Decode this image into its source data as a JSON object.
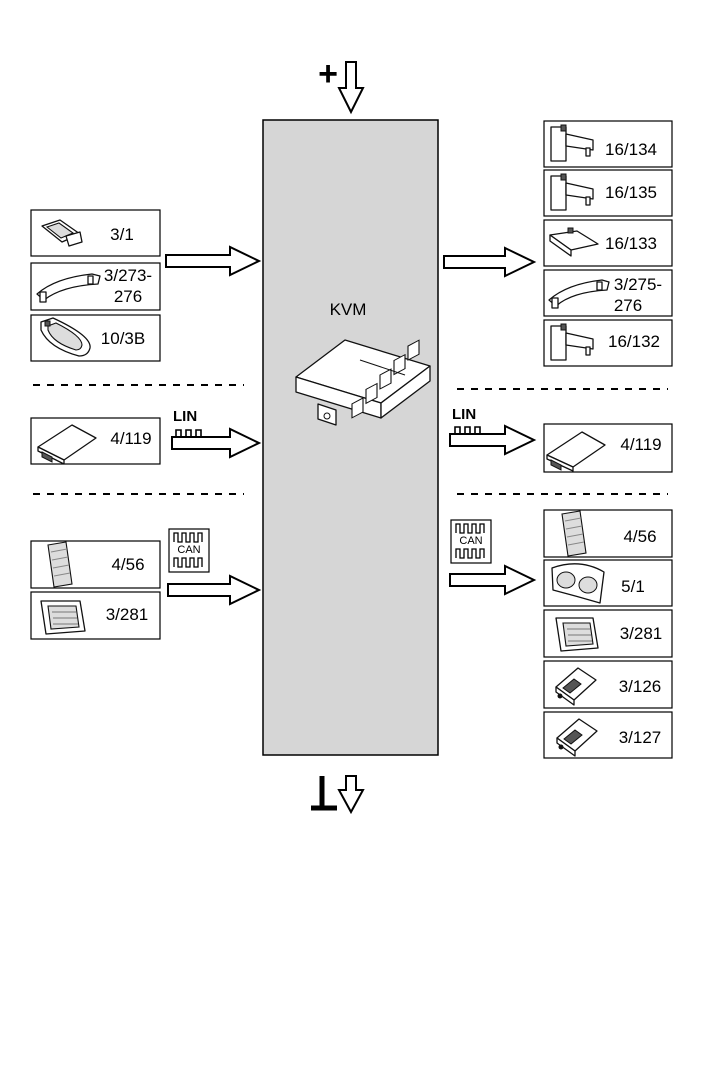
{
  "module": {
    "label": "KVM",
    "fill": "#d6d6d6"
  },
  "power": {
    "plus_symbol": "+"
  },
  "buses": {
    "lin": "LIN",
    "can": "CAN"
  },
  "left_inputs": [
    {
      "label": "3/1",
      "icon": "switch-icon"
    },
    {
      "label": "3/273-",
      "label2": "276",
      "icon": "door-handle-icon"
    },
    {
      "label": "10/3B",
      "icon": "key-fob-icon"
    }
  ],
  "left_lin": [
    {
      "label": "4/119",
      "icon": "control-unit-icon"
    }
  ],
  "left_can": [
    {
      "label": "4/56",
      "icon": "fuse-box-icon"
    },
    {
      "label": "3/281",
      "icon": "control-module-icon"
    }
  ],
  "right_outputs": [
    {
      "label": "16/134",
      "icon": "antenna-icon"
    },
    {
      "label": "16/135",
      "icon": "antenna-icon"
    },
    {
      "label": "16/133",
      "icon": "antenna-flat-icon"
    },
    {
      "label": "3/275-",
      "label2": "276",
      "icon": "door-handle-icon"
    },
    {
      "label": "16/132",
      "icon": "antenna-icon"
    }
  ],
  "right_lin": [
    {
      "label": "4/119",
      "icon": "control-unit-icon"
    }
  ],
  "right_can": [
    {
      "label": "4/56",
      "icon": "fuse-box-icon"
    },
    {
      "label": "5/1",
      "icon": "instrument-cluster-icon"
    },
    {
      "label": "3/281",
      "icon": "control-module-icon"
    },
    {
      "label": "3/126",
      "icon": "control-box-icon"
    },
    {
      "label": "3/127",
      "icon": "control-box-icon"
    }
  ]
}
